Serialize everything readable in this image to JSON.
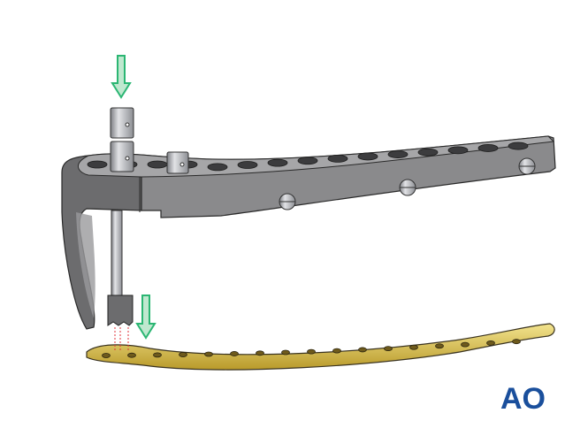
{
  "illustration": {
    "colors": {
      "frame": "#8a8a8c",
      "frame_dark": "#5e5e60",
      "frame_light": "#b4b4b6",
      "plate": "#d8c25a",
      "arrow": "#2bb673",
      "arrow_fill": "#bfe8cf",
      "drill_guide_line": "#e0303a",
      "logo": "#1a4f9c"
    },
    "arrows": [
      {
        "direction": "down",
        "target": "sleeve-on-aiming-arm"
      },
      {
        "direction": "down",
        "target": "plate-proximal-end"
      }
    ]
  },
  "logo": {
    "text": "AO"
  }
}
